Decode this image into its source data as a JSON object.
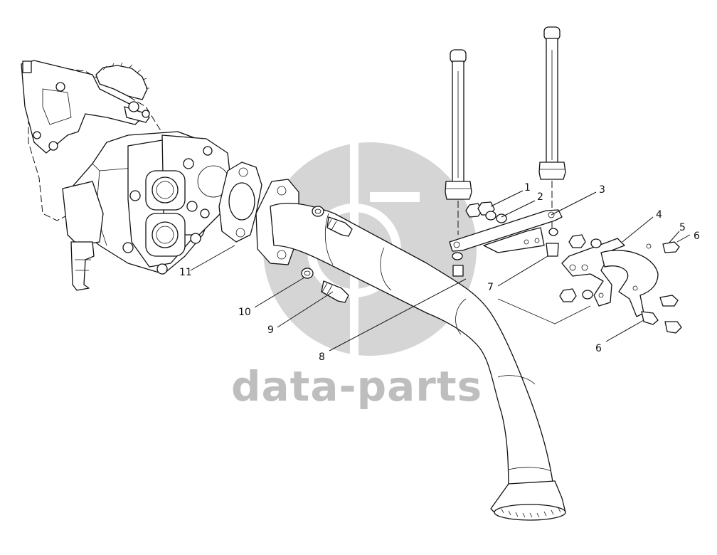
{
  "watermark": {
    "text": "data-parts",
    "color": "#b3b3b3"
  },
  "callouts": [
    {
      "id": "c1",
      "label": "1"
    },
    {
      "id": "c2",
      "label": "2"
    },
    {
      "id": "c3",
      "label": "3"
    },
    {
      "id": "c4",
      "label": "4"
    },
    {
      "id": "c5",
      "label": "5"
    },
    {
      "id": "c6a",
      "label": "6"
    },
    {
      "id": "c6b",
      "label": "6"
    },
    {
      "id": "c7",
      "label": "7"
    },
    {
      "id": "c8",
      "label": "8"
    },
    {
      "id": "c9",
      "label": "9"
    },
    {
      "id": "c10",
      "label": "10"
    },
    {
      "id": "c11",
      "label": "11"
    }
  ]
}
